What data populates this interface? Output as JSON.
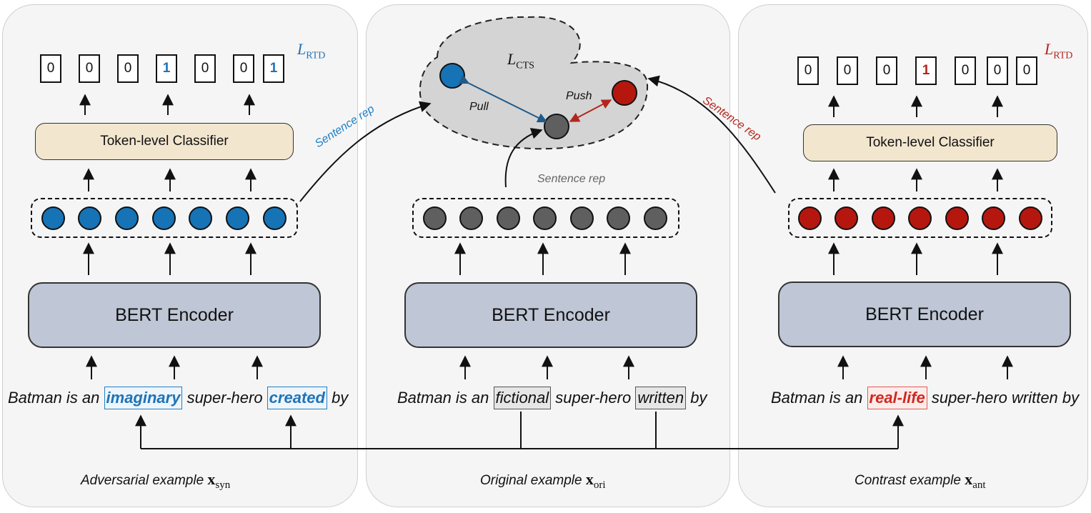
{
  "left": {
    "labels": [
      "0",
      "0",
      "0",
      "1",
      "0",
      "0",
      "1"
    ],
    "loss": {
      "symbol": "L",
      "sub": "RTD"
    },
    "classifier": "Token-level Classifier",
    "encoder": "BERT Encoder",
    "sentence": {
      "p1": "Batman is an ",
      "w1": "imaginary",
      "p2": " super-hero ",
      "w2": "created",
      "p3": " by"
    },
    "caption": {
      "text": "Adversarial  example ",
      "x": "x",
      "sub": "syn"
    },
    "rep_label": "Sentence rep",
    "color": "#1673b6"
  },
  "middle": {
    "encoder": "BERT Encoder",
    "sentence": {
      "p1": "Batman is an ",
      "w1": "fictional",
      "p2": " super-hero ",
      "w2": "written",
      "p3": " by"
    },
    "caption": {
      "text": "Original  example ",
      "x": "x",
      "sub": "ori"
    },
    "rep_label": "Sentence rep",
    "loss": {
      "symbol": "L",
      "sub": "CTS"
    },
    "pull": "Pull",
    "push": "Push",
    "color": "#5f5f5f"
  },
  "right": {
    "labels": [
      "0",
      "0",
      "0",
      "1",
      "0",
      "0",
      "0"
    ],
    "loss": {
      "symbol": "L",
      "sub": "RTD"
    },
    "classifier": "Token-level Classifier",
    "encoder": "BERT Encoder",
    "sentence": {
      "p1": "Batman is an ",
      "w1": "real-life",
      "p2": " super-hero written by"
    },
    "caption": {
      "text": "Contrast example ",
      "x": "x",
      "sub": "ant"
    },
    "rep_label": "Sentence rep",
    "color": "#b5170f"
  }
}
